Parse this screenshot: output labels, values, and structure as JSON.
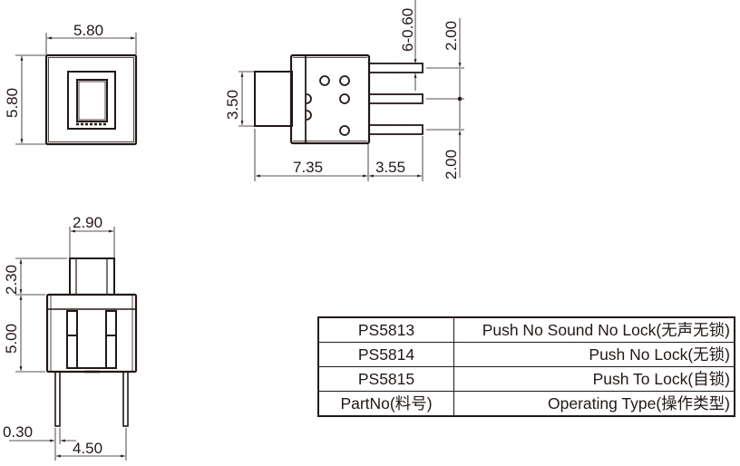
{
  "title": "Push switch PS58xx dimension drawing",
  "colors": {
    "line": "#231815",
    "background": "#ffffff"
  },
  "front_view": {
    "width_label": "5.80",
    "height_label": "5.80"
  },
  "side_view": {
    "plunger_height_label": "3.50",
    "body_length_label": "7.35",
    "pin_length_label": "3.55",
    "pin_spec_label": "6-0.60",
    "pitch_top_label": "2.00",
    "pitch_bottom_label": "2.00"
  },
  "bottom_view": {
    "plunger_width_label": "2.90",
    "plunger_height_label": "2.30",
    "body_height_label": "5.00",
    "pin_thickness_label": "0.30",
    "pin_spacing_label": "4.50"
  },
  "spec_table": {
    "rows": [
      {
        "part_no": "PS5813",
        "operating_type": "Push No Sound No Lock(无声无锁)"
      },
      {
        "part_no": "PS5814",
        "operating_type": "Push No Lock(无锁)"
      },
      {
        "part_no": "PS5815",
        "operating_type": "Push To Lock(自锁)"
      }
    ],
    "header": {
      "part_no": "PartNo(料号)",
      "operating_type": "Operating Type(操作类型)"
    }
  }
}
